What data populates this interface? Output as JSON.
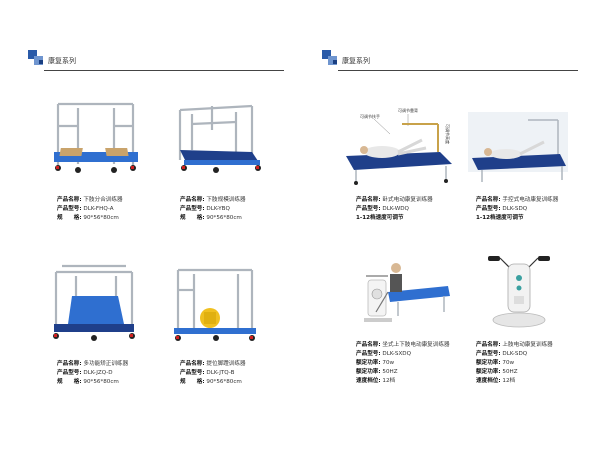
{
  "left": {
    "header": {
      "title": "康复系列"
    },
    "products": [
      {
        "name_label": "产品名称:",
        "name": "下肢分合训练器",
        "model_label": "产品型号:",
        "model": "DLK-FHQ-A",
        "spec_label": "规　　格:",
        "spec": "90*56*80cm"
      },
      {
        "name_label": "产品名称:",
        "name": "下肢规模训练器",
        "model_label": "产品型号:",
        "model": "DLK-YBQ",
        "spec_label": "规　　格:",
        "spec": "90*56*80cm"
      },
      {
        "name_label": "产品名称:",
        "name": "多功能矫正训练器",
        "model_label": "产品型号:",
        "model": "DLK-JZQ-D",
        "spec_label": "规　　格:",
        "spec": "90*56*80cm"
      },
      {
        "name_label": "产品名称:",
        "name": "提位脚蹬训练器",
        "model_label": "产品型号:",
        "model": "DLK-JTQ-B",
        "spec_label": "规　　格:",
        "spec": "90*56*80cm"
      }
    ]
  },
  "right": {
    "header": {
      "title": "康复系列"
    },
    "diagram_labels": {
      "a": "可调节扶手",
      "b": "可调节靠背",
      "c": "可调节高度"
    },
    "products": [
      {
        "name_label": "产品名称:",
        "name": "卧式电动康复训练器",
        "model_label": "产品型号:",
        "model": "DLK-WDQ",
        "note": "1-12档速度可调节"
      },
      {
        "name_label": "产品名称:",
        "name": "手控式电动康复训练器",
        "model_label": "产品型号:",
        "model": "DLK-SDQ",
        "note": "1-12档速度可调节"
      },
      {
        "name_label": "产品名称:",
        "name": "坐式上下肢电动康复训练器",
        "model_label": "产品型号:",
        "model": "DLK-SXDQ",
        "power_label": "额定功率:",
        "power": "70w",
        "freq_label": "额定功率:",
        "freq": "50HZ",
        "speed_label": "速度档位:",
        "speed": "12档"
      },
      {
        "name_label": "产品名称:",
        "name": "上肢电动康复训练器",
        "model_label": "产品型号:",
        "model": "DLK-SDQ",
        "power_label": "额定功率:",
        "power": "70w",
        "freq_label": "额定功率:",
        "freq": "50HZ",
        "speed_label": "速度档位:",
        "speed": "12档"
      }
    ]
  },
  "colors": {
    "accent": "#2a5aa8",
    "accent_light": "#6f95cf",
    "frame": "#b8bec6",
    "base": "#2f6fd0"
  }
}
